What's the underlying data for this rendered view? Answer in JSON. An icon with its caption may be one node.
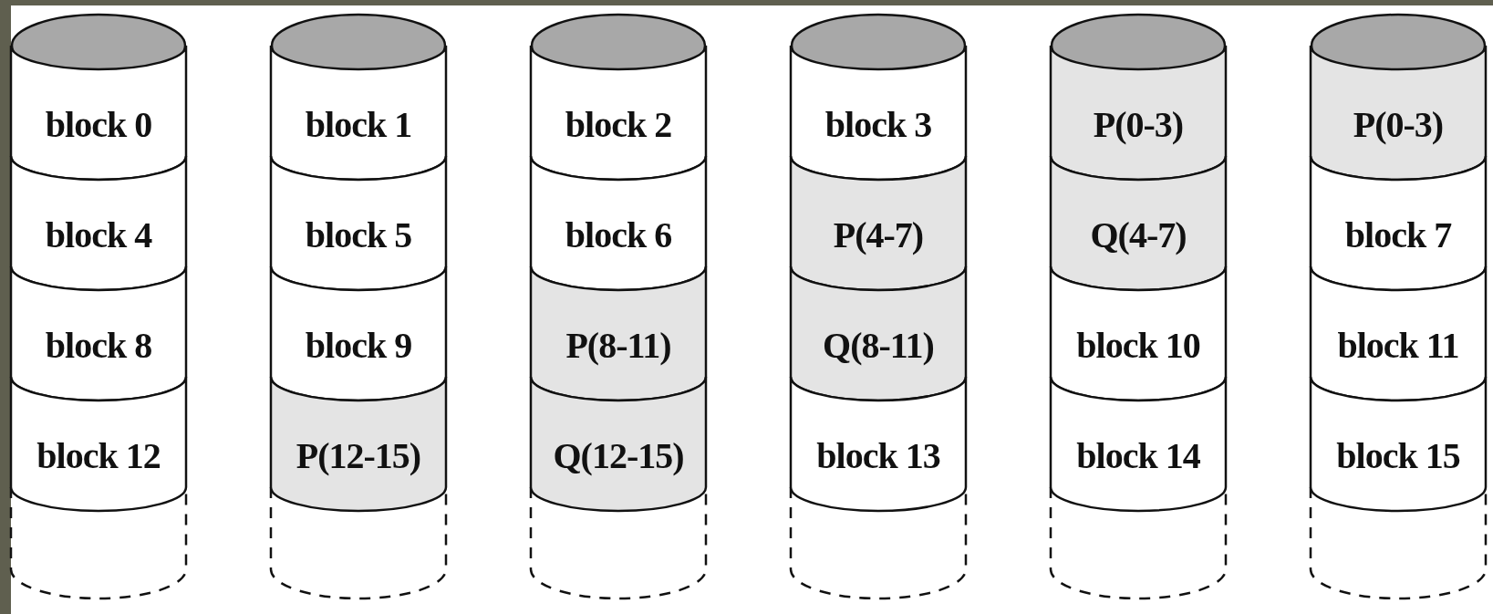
{
  "diagram": {
    "nodes": [
      {
        "text": [],
        "shape": "cylinder"
      },
      {
        "text": [
          "block 0"
        ],
        "in": 0
      },
      {
        "text": [
          "block 4"
        ],
        "in": 0
      },
      {
        "text": [
          "block 8"
        ],
        "in": 0
      },
      {
        "text": [
          "block 12"
        ],
        "in": 0
      },
      {
        "text": [],
        "shape": "cylinder"
      },
      {
        "text": [
          "block 1"
        ],
        "in": 5
      },
      {
        "text": [
          "block 5"
        ],
        "in": 5
      },
      {
        "text": [
          "block 9"
        ],
        "in": 5
      },
      {
        "text": [
          "P(12-15)"
        ],
        "in": 5
      },
      {
        "text": [],
        "shape": "cylinder"
      },
      {
        "text": [
          "block 2"
        ],
        "in": 10
      },
      {
        "text": [
          "block 6"
        ],
        "in": 10
      },
      {
        "text": [
          "P(8-11)"
        ],
        "in": 10
      },
      {
        "text": [
          "Q(12-15)"
        ],
        "in": 10
      },
      {
        "text": [],
        "shape": "cylinder"
      },
      {
        "text": [
          "block 3"
        ],
        "in": 15
      },
      {
        "text": [
          "P(4-7)"
        ],
        "in": 15
      },
      {
        "text": [
          "Q(8-11)"
        ],
        "in": 15
      },
      {
        "text": [
          "block 13"
        ],
        "in": 15
      },
      {
        "text": [],
        "shape": "cylinder"
      },
      {
        "text": [
          "P(0-3)"
        ],
        "in": 20
      },
      {
        "text": [
          "Q(4-7)"
        ],
        "in": 20
      },
      {
        "text": [
          "block 10"
        ],
        "in": 20
      },
      {
        "text": [
          "block 14"
        ],
        "in": 20
      },
      {
        "text": [],
        "shape": "cylinder"
      },
      {
        "text": [
          "P(0-3)"
        ],
        "in": 25
      },
      {
        "text": [
          "block 7"
        ],
        "in": 25
      },
      {
        "text": [
          "block 11"
        ],
        "in": 25
      },
      {
        "text": [
          "block 15"
        ],
        "in": 25
      }
    ]
  }
}
